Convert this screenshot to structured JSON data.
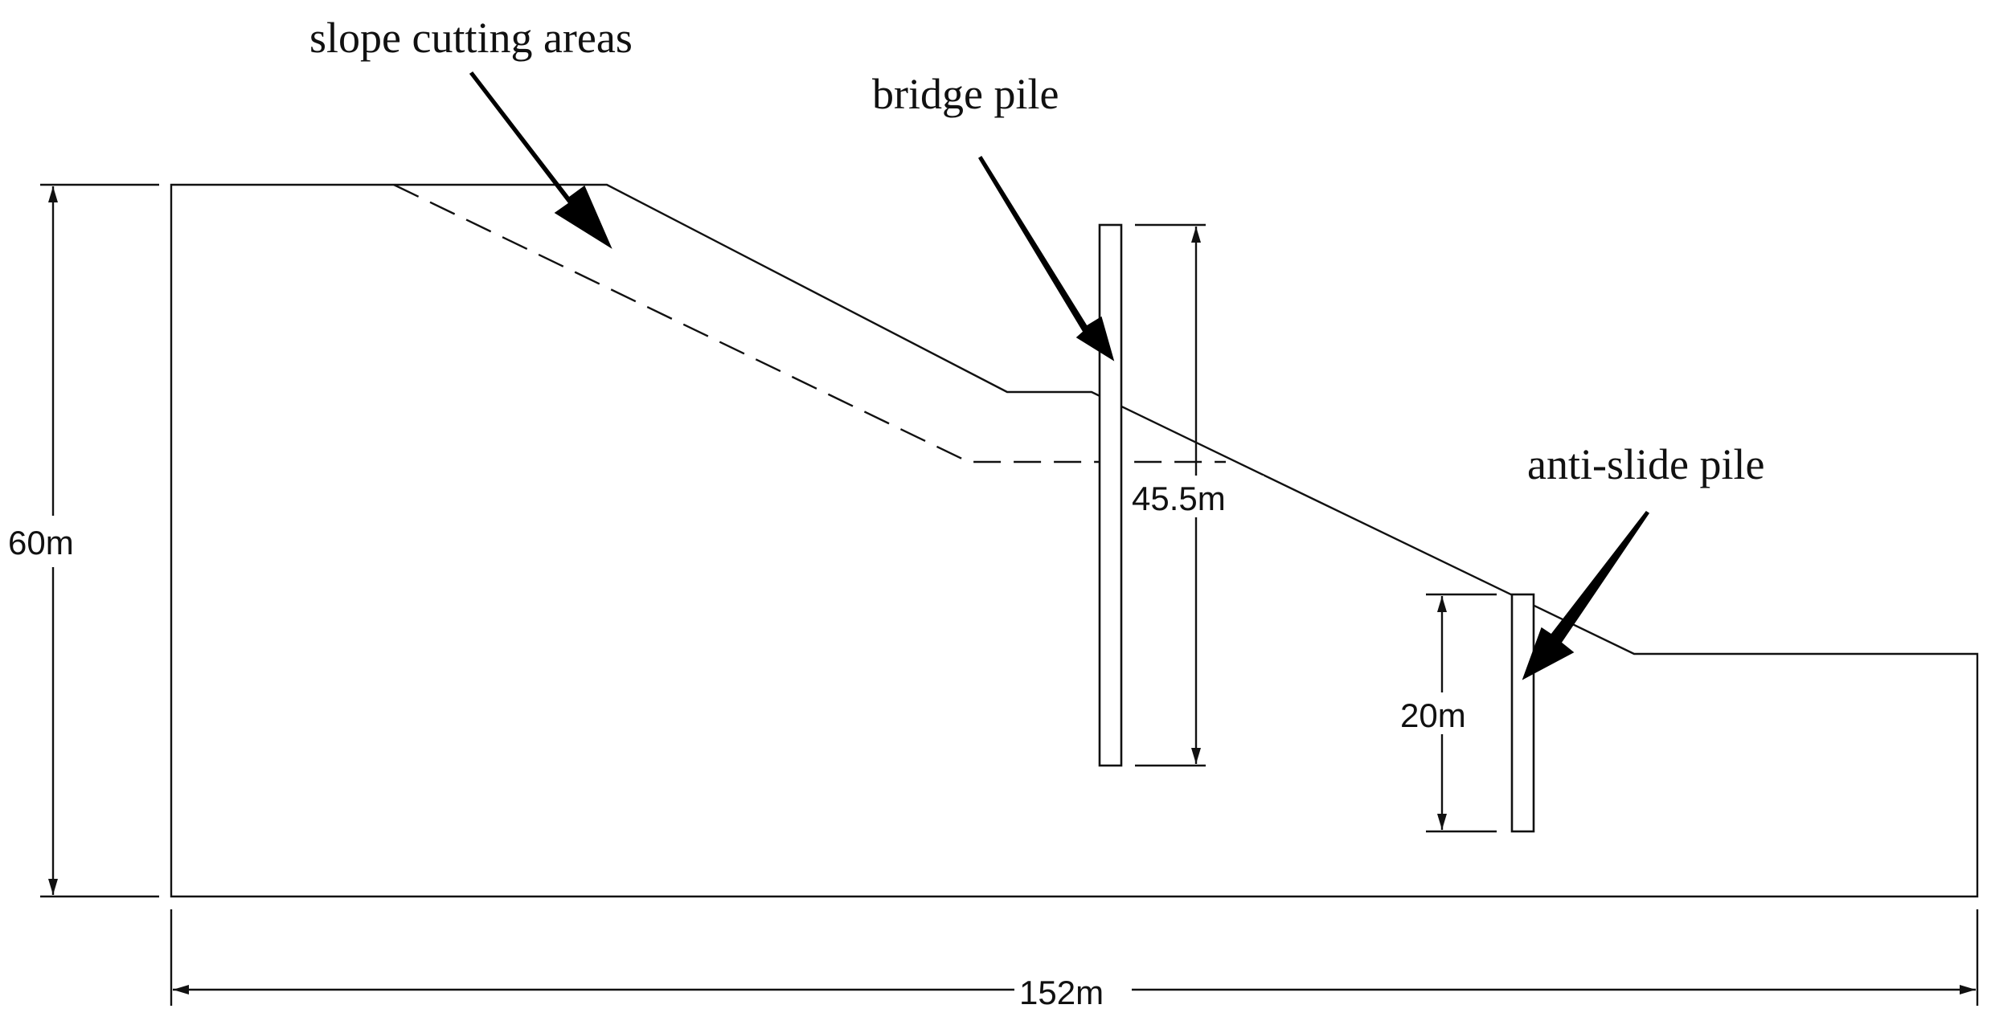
{
  "labels": {
    "slope_cutting": "slope cutting areas",
    "bridge_pile": "bridge pile",
    "anti_slide_pile": "anti-slide pile"
  },
  "dimensions": {
    "height": "60m",
    "width": "152m",
    "bridge_pile_length": "45.5m",
    "anti_slide_pile_length": "20m"
  }
}
